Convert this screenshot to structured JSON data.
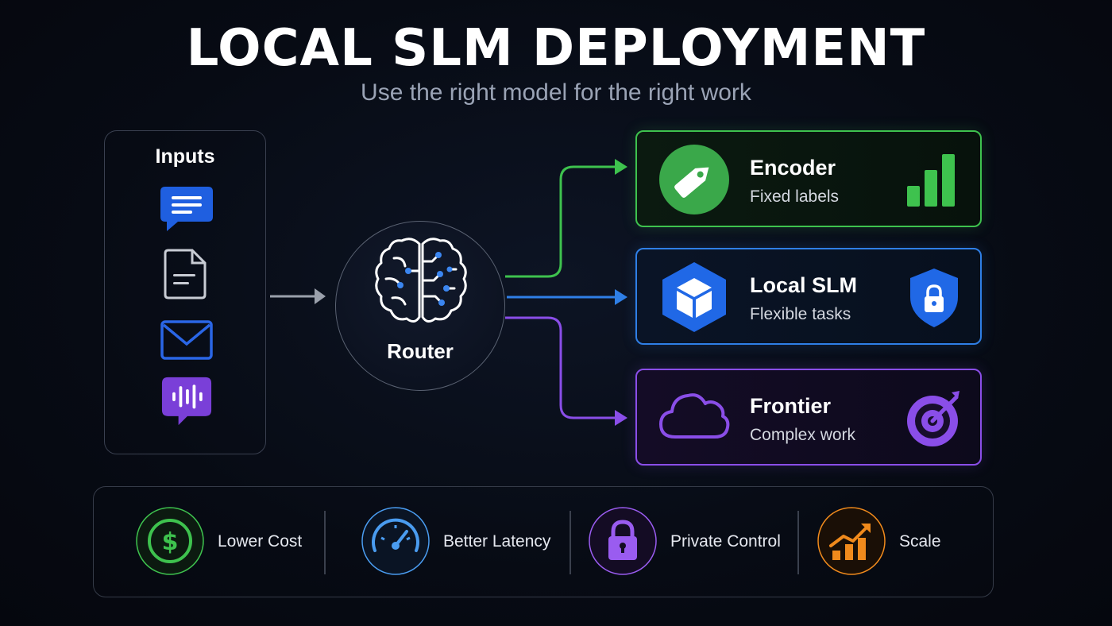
{
  "header": {
    "title": "LOCAL SLM DEPLOYMENT",
    "subtitle": "Use the right model for the right work"
  },
  "inputs": {
    "title": "Inputs",
    "icons": [
      "chat-bubble-icon",
      "document-icon",
      "email-icon",
      "voice-message-icon"
    ]
  },
  "router": {
    "label": "Router",
    "icon": "brain-circuit-icon"
  },
  "routes": [
    {
      "title": "Encoder",
      "subtitle": "Fixed labels",
      "icon": "tag-icon",
      "right_icon": "bar-chart-icon",
      "color": "#3ec24e"
    },
    {
      "title": "Local SLM",
      "subtitle": "Flexible tasks",
      "icon": "cube-icon",
      "right_icon": "shield-lock-icon",
      "color": "#2f7fe6"
    },
    {
      "title": "Frontier",
      "subtitle": "Complex work",
      "icon": "cloud-icon",
      "right_icon": "target-icon",
      "color": "#8a4ee8"
    }
  ],
  "benefits": [
    {
      "label": "Lower Cost",
      "icon": "dollar-icon",
      "color": "#3ec24e"
    },
    {
      "label": "Better Latency",
      "icon": "speedometer-icon",
      "color": "#4a9cf0"
    },
    {
      "label": "Private Control",
      "icon": "padlock-icon",
      "color": "#9a5cf0"
    },
    {
      "label": "Scale",
      "icon": "growth-chart-icon",
      "color": "#f08a1c"
    }
  ]
}
